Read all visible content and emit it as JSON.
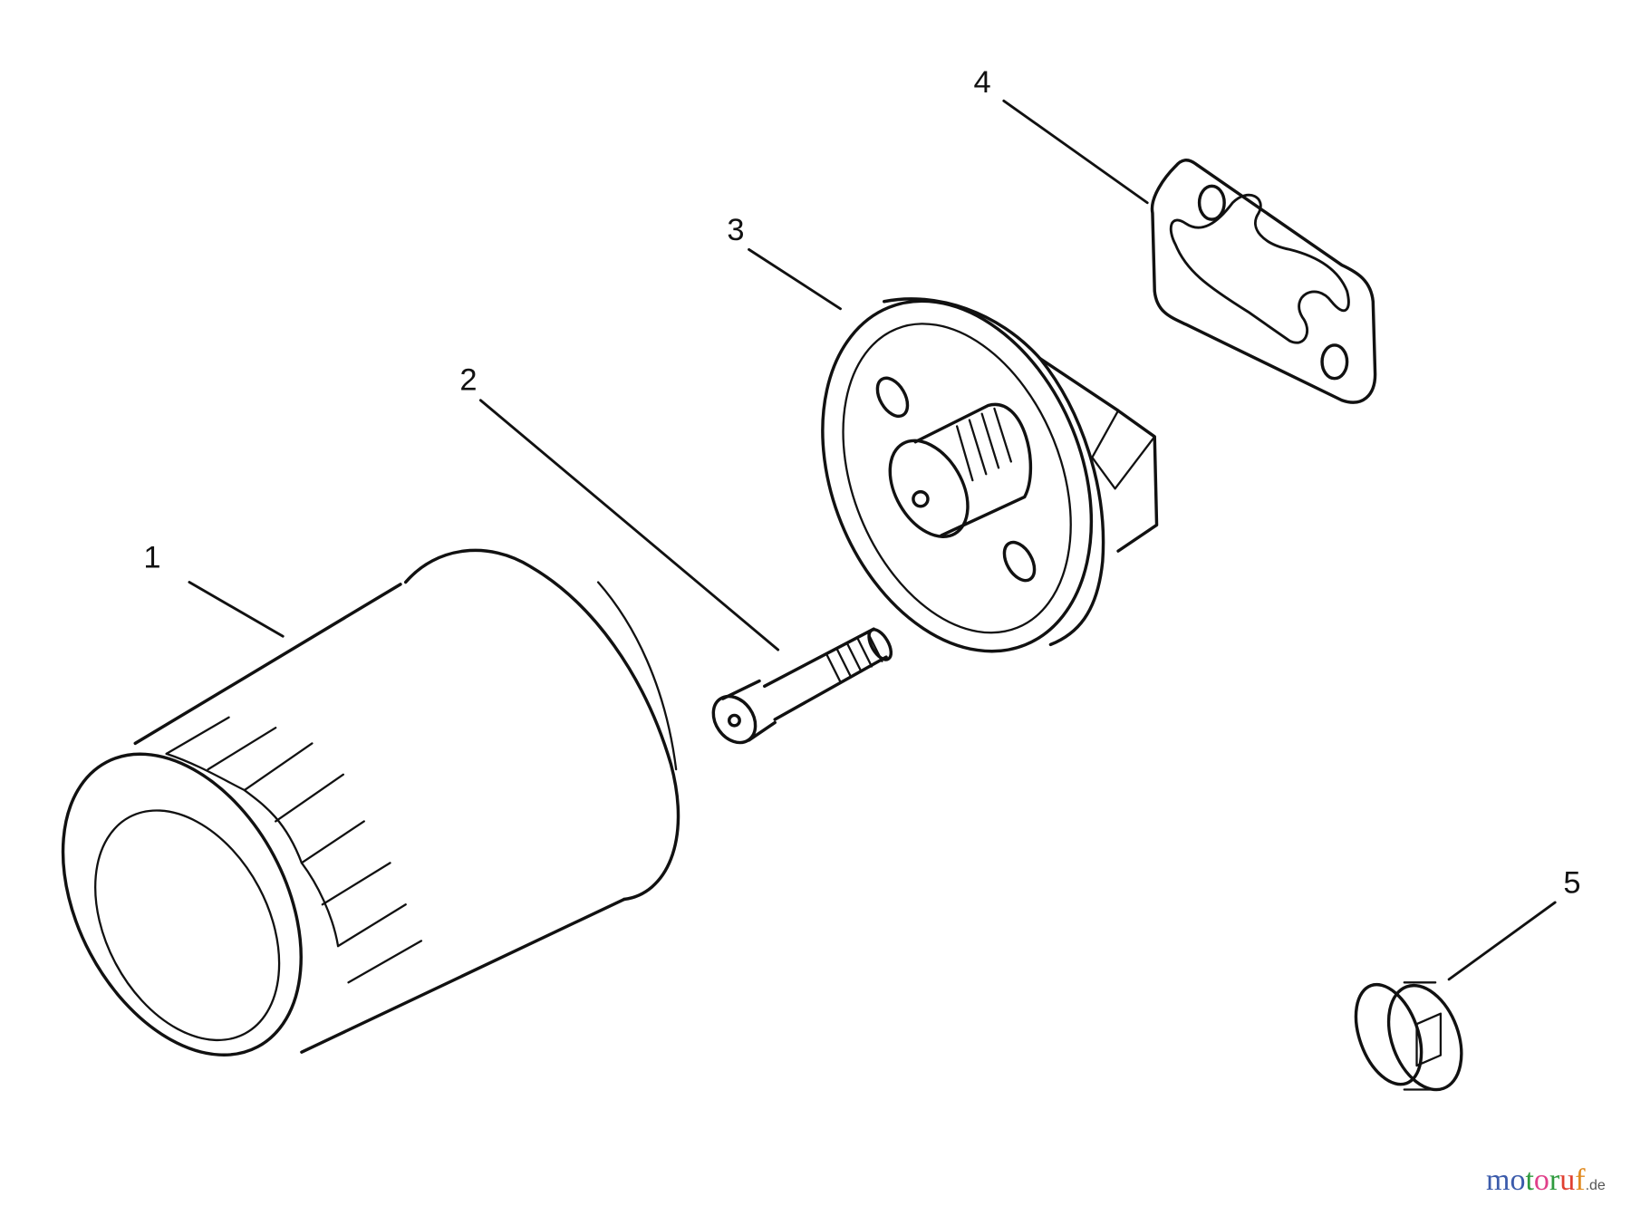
{
  "callouts": [
    {
      "id": "1",
      "label": "1"
    },
    {
      "id": "2",
      "label": "2"
    },
    {
      "id": "3",
      "label": "3"
    },
    {
      "id": "4",
      "label": "4"
    },
    {
      "id": "5",
      "label": "5"
    }
  ],
  "watermark": {
    "text": "motoruf",
    "suffix": ".de",
    "colors": [
      "#3b5bab",
      "#3b5bab",
      "#2e9a3e",
      "#e0408a",
      "#2e9a3e",
      "#e04030",
      "#e08a20",
      "#e8c020"
    ]
  }
}
